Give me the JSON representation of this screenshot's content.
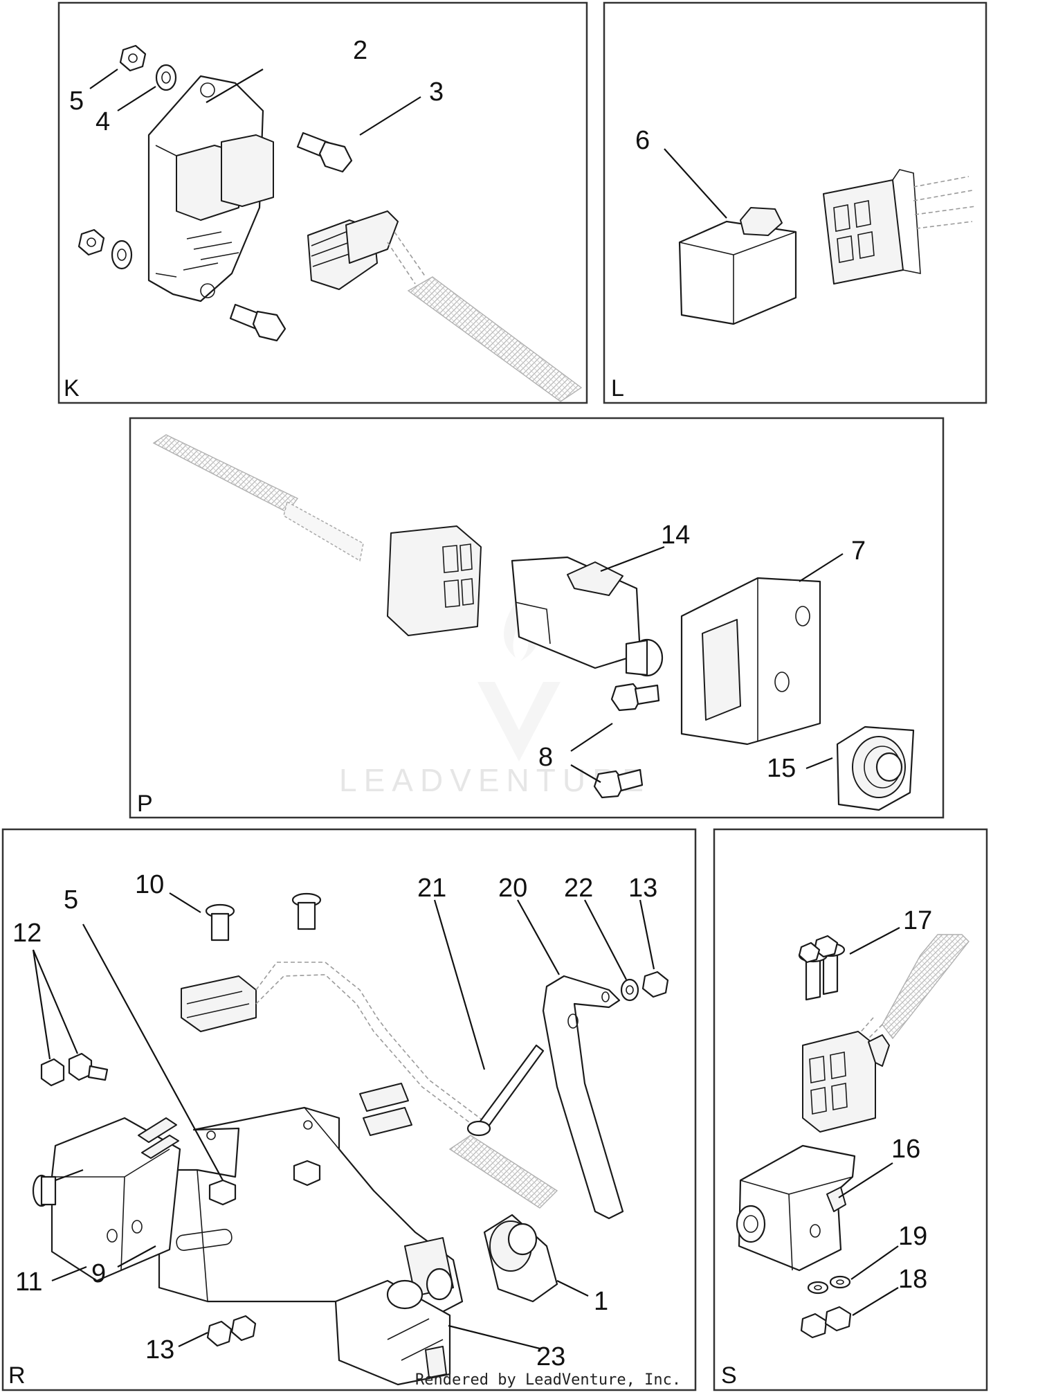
{
  "panels": {
    "K": {
      "label": "K",
      "callouts": [
        "2",
        "3",
        "4",
        "5"
      ]
    },
    "L": {
      "label": "L",
      "callouts": [
        "6"
      ]
    },
    "P": {
      "label": "P",
      "callouts": [
        "7",
        "8",
        "14",
        "15"
      ]
    },
    "R": {
      "label": "R",
      "callouts": [
        "1",
        "5",
        "9",
        "10",
        "11",
        "12",
        "13",
        "20",
        "21",
        "22",
        "23"
      ]
    },
    "S": {
      "label": "S",
      "callouts": [
        "16",
        "17",
        "18",
        "19"
      ]
    }
  },
  "credit": "Rendered by LeadVenture, Inc.",
  "watermark": "LEADVENTURE",
  "colors": {
    "line": "#1a1a1a",
    "frame": "#333333",
    "watermark": "#e6e6e6"
  }
}
